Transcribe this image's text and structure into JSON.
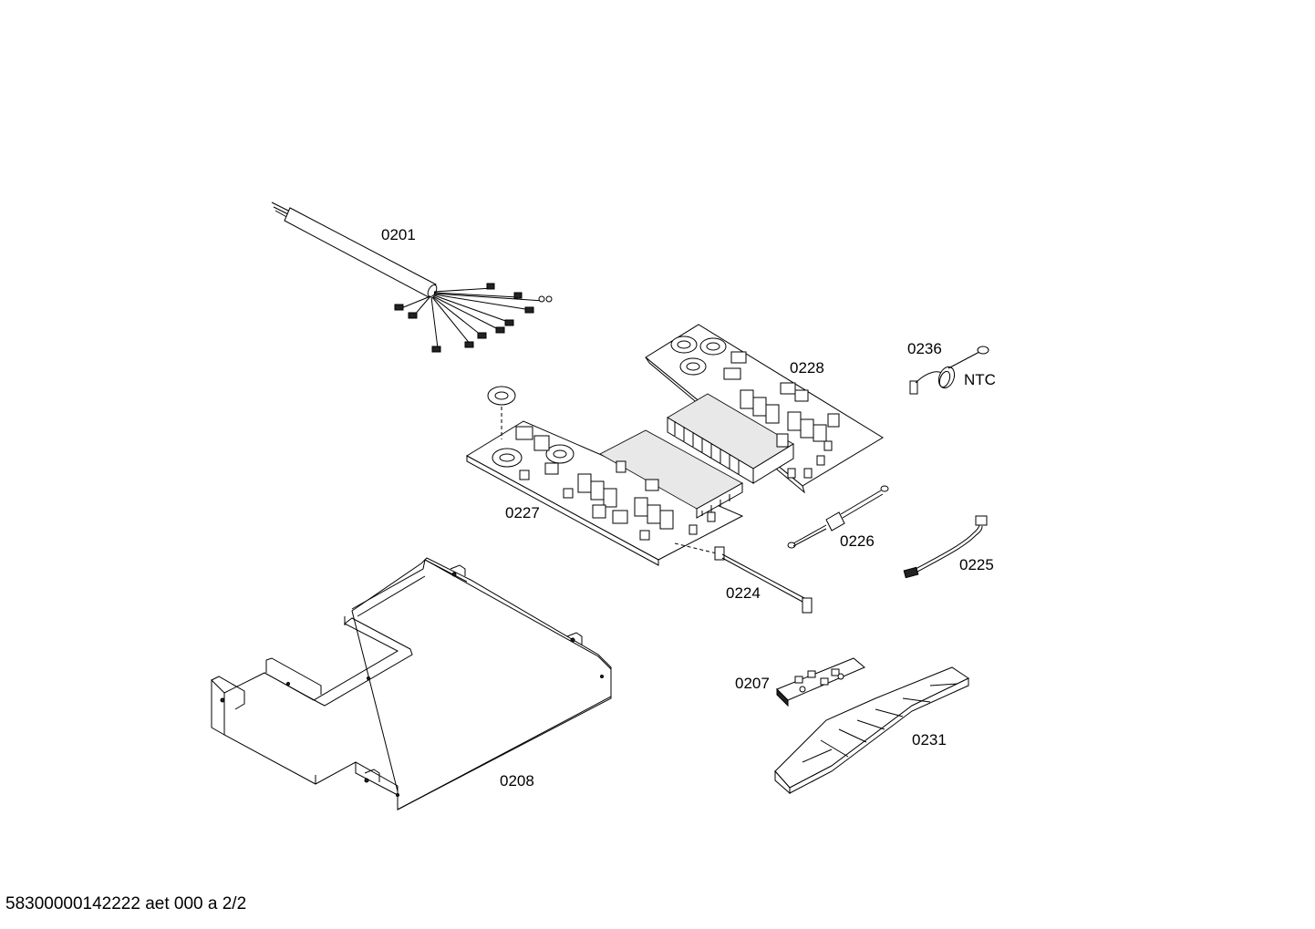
{
  "parts": {
    "p0201": "0201",
    "p0228": "0228",
    "p0236": "0236",
    "ntc": "NTC",
    "p0227": "0227",
    "p0226": "0226",
    "p0225": "0225",
    "p0224": "0224",
    "p0207": "0207",
    "p0231": "0231",
    "p0208": "0208"
  },
  "footer": {
    "doc_id": "58300000142222 aet 000 a 2/2"
  }
}
